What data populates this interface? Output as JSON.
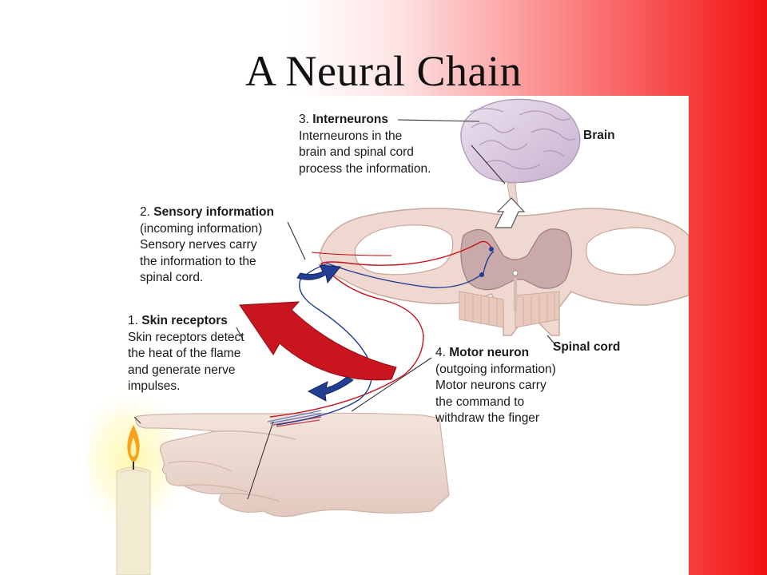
{
  "title": "A Neural Chain",
  "labels": {
    "interneurons": {
      "num": "3.",
      "heading": "Interneurons",
      "lines": [
        "Interneurons in the",
        "brain and spinal cord",
        "process the information."
      ]
    },
    "sensory": {
      "num": "2.",
      "heading": "Sensory information",
      "lines": [
        "(incoming information)",
        "Sensory nerves carry",
        "the information to the",
        "spinal cord."
      ]
    },
    "skin": {
      "num": "1.",
      "heading": "Skin receptors",
      "lines": [
        "Skin receptors detect",
        "the heat of the flame",
        "and generate nerve",
        "impulses."
      ]
    },
    "motor": {
      "num": "4.",
      "heading": "Motor neuron",
      "lines": [
        "(outgoing information)",
        "Motor neurons carry",
        "the command to",
        "withdraw the finger"
      ]
    },
    "brain": "Brain",
    "spinal_cord": "Spinal cord"
  },
  "colors": {
    "sensory_arrow": "#c8151f",
    "motor_arrow": "#233f94",
    "spinal_tissue": "#efd8cf",
    "gray_matter": "#c9a9a9",
    "brain": "#d9c8de"
  }
}
